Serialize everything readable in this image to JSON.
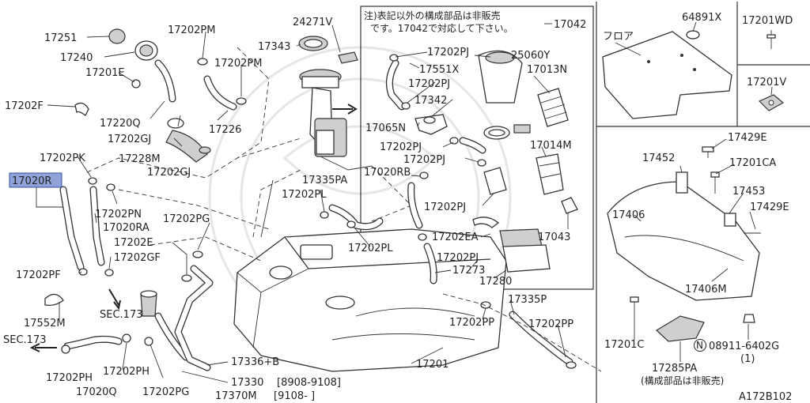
{
  "diagram_id": "A172B102",
  "notes": {
    "line1": "注)表記以外の構成部品は非販売",
    "line2": "です。17042で対応して下さい。",
    "sold_separately_note": "(構成部品は非販売)"
  },
  "labels": {
    "p17251": "17251",
    "p17240": "17240",
    "p17201E": "17201E",
    "p17202F": "17202F",
    "p17220Q": "17220Q",
    "p17202GJ_a": "17202GJ",
    "p17228M": "17228M",
    "p17202GJ_b": "17202GJ",
    "p17202PM_a": "17202PM",
    "p17202PM_b": "17202PM",
    "p17226": "17226",
    "p17343": "17343",
    "p24271V": "24271V",
    "p17042": "17042",
    "p17202PK": "17202PK",
    "p17020R": "17020R",
    "p17202PN": "17202PN",
    "p17020RA": "17020RA",
    "p17202E": "17202E",
    "p17202GF": "17202GF",
    "p17202PF": "17202PF",
    "p17552M": "17552M",
    "sec173_a": "SEC.173",
    "sec173_b": "SEC.173",
    "p17202PH_a": "17202PH",
    "p17202PH_b": "17202PH",
    "p17020Q": "17020Q",
    "p17202PG_a": "17202PG",
    "p17202PG_b": "17202PG",
    "p17335PA": "17335PA",
    "p17202PL_a": "17202PL",
    "p17202PL_b": "17202PL",
    "p17202PJ_a": "17202PJ",
    "p17551X": "17551X",
    "p17202PJ_b": "17202PJ",
    "p25060Y": "25060Y",
    "p17013N": "17013N",
    "p17342": "17342",
    "p17065N": "17065N",
    "p17202PJ_c": "17202PJ",
    "p17202PJ_d": "17202PJ",
    "p17014M": "17014M",
    "p17020RB": "17020RB",
    "p17202PJ_e": "17202PJ",
    "p17202EA": "17202EA",
    "p17043": "17043",
    "p17202PJ_f": "17202PJ",
    "p17273": "17273",
    "p17280": "17280",
    "p17336B": "17336+B",
    "p17330": "17330",
    "p17330_range": "[8908-9108]",
    "p17370M": "17370M",
    "p17370M_range": "[9108-  ]",
    "p17201": "17201",
    "p17335P": "17335P",
    "p17202PP_a": "17202PP",
    "p17202PP_b": "17202PP",
    "p64891X": "64891X",
    "floor": "フロア",
    "p17201WD": "17201WD",
    "p17201V": "17201V",
    "p17429E_a": "17429E",
    "p17452": "17452",
    "p17201CA": "17201CA",
    "p17453": "17453",
    "p17406": "17406",
    "p17429E_b": "17429E",
    "p17406M": "17406M",
    "p17201C": "17201C",
    "n_symbol": "N",
    "p08911": "08911-6402G",
    "p08911_qty": "(1)",
    "p17285PA": "17285PA"
  }
}
